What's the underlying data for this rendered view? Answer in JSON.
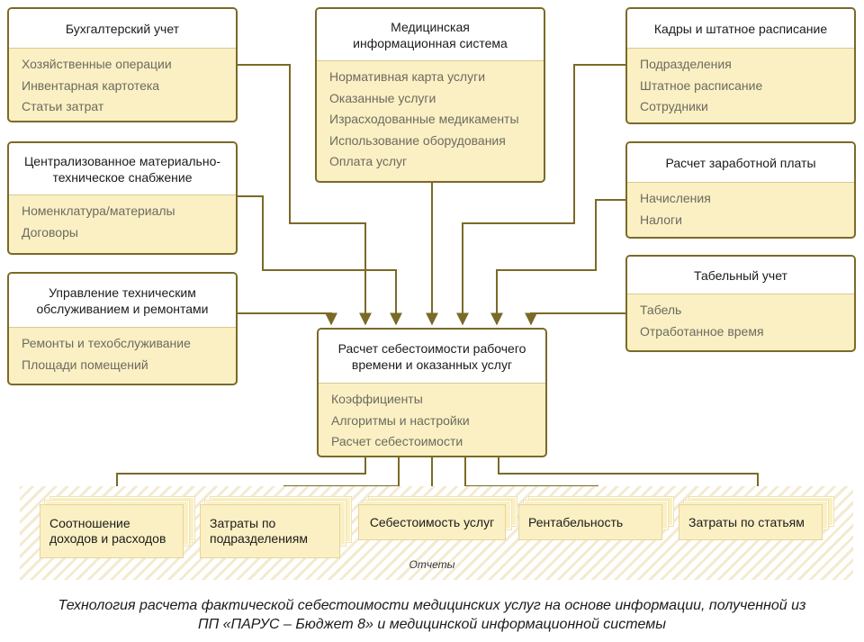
{
  "accounting": {
    "title": "Бухгалтерский учет",
    "items": [
      "Хозяйственные операции",
      "Инвентарная картотека",
      "Статьи затрат"
    ]
  },
  "mis": {
    "title": "Медицинская\nинформационная система",
    "items": [
      "Нормативная карта услуги",
      "Оказанные услуги",
      "Израсходованные медикаменты",
      "Использование оборудования",
      "Оплата услуг"
    ]
  },
  "staff": {
    "title": "Кадры и штатное расписание",
    "items": [
      "Подразделения",
      "Штатное расписание",
      "Сотрудники"
    ]
  },
  "supply": {
    "title": "Централизованное материально-\nтехническое снабжение",
    "items": [
      "Номенклатура/материалы",
      "Договоры"
    ]
  },
  "payroll": {
    "title": "Расчет заработной платы",
    "items": [
      "Начисления",
      "Налоги"
    ]
  },
  "maintenance": {
    "title": "Управление техническим\nобслуживанием и ремонтами",
    "items": [
      "Ремонты и техобслуживание",
      "Площади помещений"
    ]
  },
  "timesheet": {
    "title": "Табельный учет",
    "items": [
      "Табель",
      "Отработанное время"
    ]
  },
  "core": {
    "title": "Расчет себестоимости рабочего\nвремени и оказанных услуг",
    "items": [
      "Коэффициенты",
      "Алгоритмы и настройки",
      "Расчет себестоимости"
    ]
  },
  "reports": {
    "label": "Отчеты",
    "items": [
      "Соотношение\nдоходов и расходов",
      "Затраты по\nподразделениям",
      "Себестоимость услуг",
      "Рентабельность",
      "Затраты по статьям"
    ]
  },
  "caption": "Технология расчета фактической себестоимости медицинских услуг на основе информации, полученной из\nПП «ПАРУС – Бюджет 8» и медицинской информационной системы",
  "colors": {
    "box_border": "#7a6a28",
    "box_fill": "#fbf0c3",
    "connector": "#7a6a28"
  }
}
